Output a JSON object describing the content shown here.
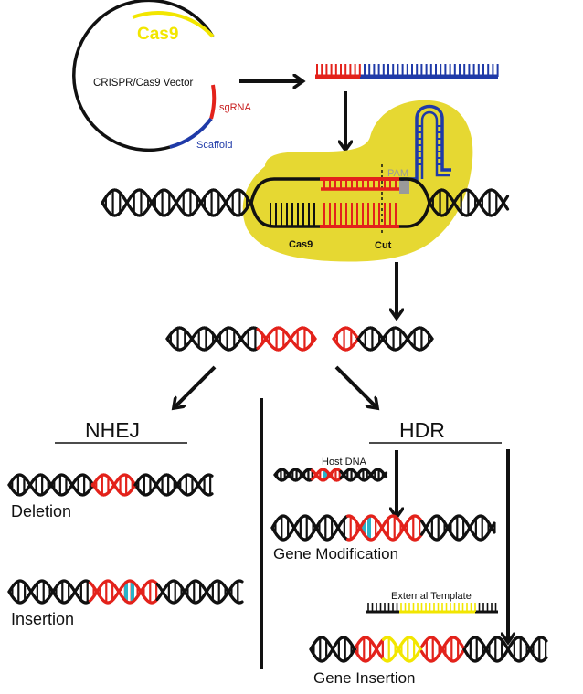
{
  "vector": {
    "title": "CRISPR/Cas9 Vector",
    "cas9_label": "Cas9",
    "sgrna_label": "sgRNA",
    "scaffold_label": "Scaffold"
  },
  "complex": {
    "pam_label": "PAM",
    "cas9_label": "Cas9",
    "cut_label": "Cut"
  },
  "nhej": {
    "title": "NHEJ",
    "deletion_label": "Deletion",
    "insertion_label": "Insertion"
  },
  "hdr": {
    "title": "HDR",
    "host_dna_label": "Host DNA",
    "modification_label": "Gene Modification",
    "template_label": "External Template",
    "insertion_label": "Gene Insertion"
  },
  "colors": {
    "black": "#111111",
    "red": "#e3221b",
    "blue": "#1f3aa8",
    "yellow_fill": "#e6d832",
    "yellow_line": "#f2e600",
    "cyan": "#2ab3c9",
    "gray": "#9a9a9a"
  }
}
